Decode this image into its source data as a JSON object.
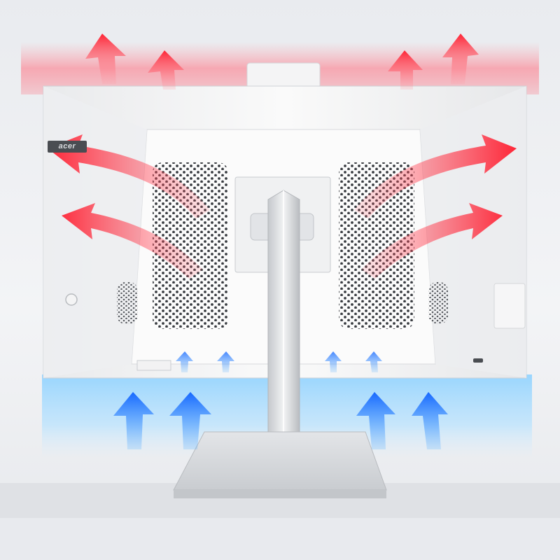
{
  "scene": {
    "subject": "monitor-rear-airflow",
    "brand_badge_text": "acer",
    "colors": {
      "hot_air": "#ff2a3a",
      "hot_glow": "#ff6f7d",
      "cool_air": "#1e7bff",
      "cool_glow": "#7cc6ff",
      "chassis": "#f7f7f7",
      "stand": "#d7d9dc"
    },
    "icons": [
      "hot-air-arrow-icon",
      "cool-air-arrow-icon",
      "vent-grille",
      "power-button-icon"
    ]
  }
}
